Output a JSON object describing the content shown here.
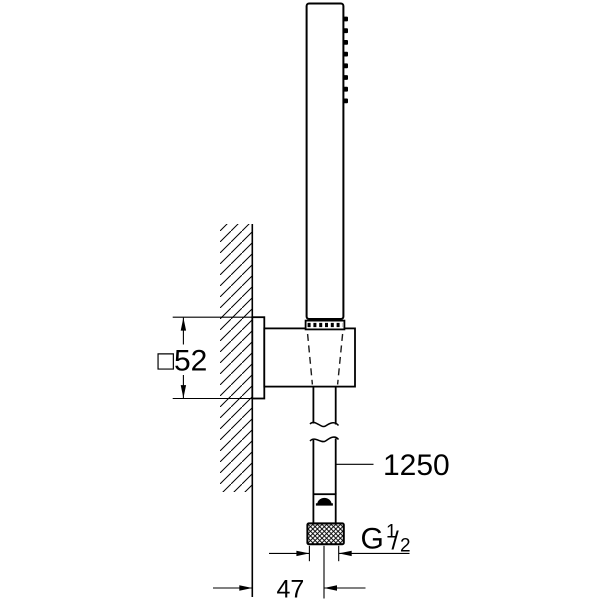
{
  "canvas": {
    "background": "#ffffff",
    "line_color": "#000000"
  },
  "dimension_labels": {
    "holder_square": {
      "symbol": "□",
      "value": "52"
    },
    "hose_length": {
      "value": "1250"
    },
    "thread": {
      "letter": "G",
      "numerator": "1",
      "slash": "/",
      "denominator": "2"
    },
    "wall_distance": {
      "value": "47"
    }
  }
}
